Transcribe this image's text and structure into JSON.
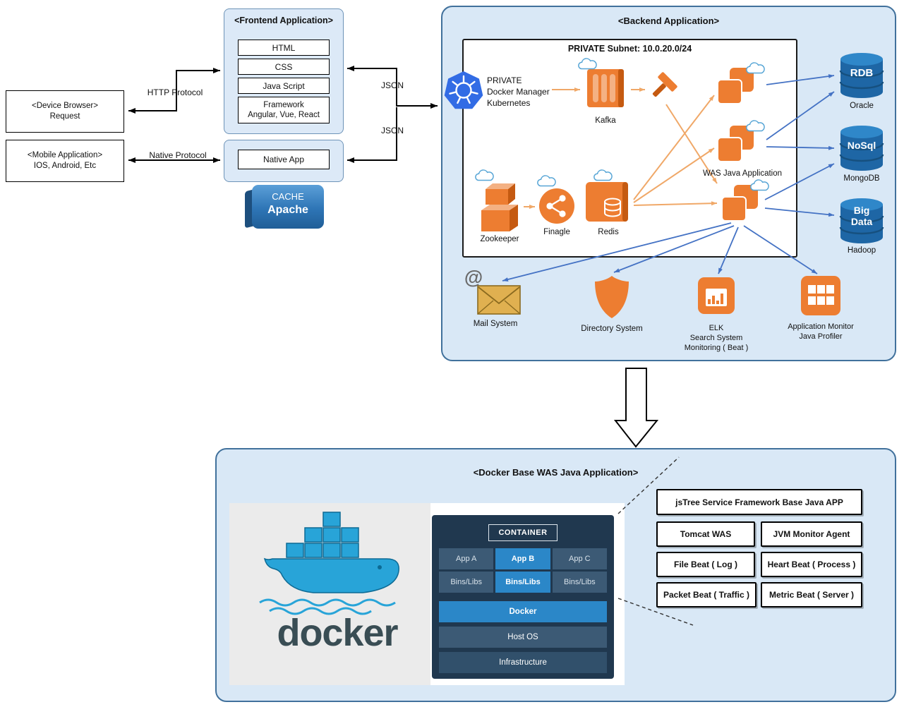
{
  "client": {
    "device_browser_line1": "<Device Browser>",
    "device_browser_line2": "Request",
    "mobile_line1": "<Mobile Application>",
    "mobile_line2": "IOS, Android, Etc",
    "http_protocol_label": "HTTP Protocol",
    "native_protocol_label": "Native Protocol"
  },
  "frontend": {
    "title": "<Frontend Application>",
    "layers": [
      "HTML",
      "CSS",
      "Java Script"
    ],
    "framework_title": "Framework",
    "framework_detail": "Angular, Vue, React",
    "native_app_label": "Native App",
    "apache_cache_label": "CACHE",
    "apache_name": "Apache"
  },
  "links": {
    "json_top": "JSON",
    "json_bottom": "JSON"
  },
  "backend": {
    "title": "<Backend Application>",
    "subnet_label": "PRIVATE Subnet:",
    "subnet_cidr": " 10.0.20.0/24",
    "k8s_line1": "PRIVATE",
    "k8s_line2": "Docker Manager",
    "k8s_line3": "Kubernetes",
    "kafka_label": "Kafka",
    "was_label": "WAS Java Application",
    "zookeeper_label": "Zookeeper",
    "finagle_label": "Finagle",
    "redis_label": "Redis",
    "mail_at_symbol": "@",
    "mail_label": "Mail System",
    "directory_label": "Directory System",
    "elk_line1": "ELK",
    "elk_line2": "Search System",
    "elk_line3": "Monitoring ( Beat )",
    "monitor_line1": "Application Monitor",
    "monitor_line2": "Java Profiler",
    "databases": [
      {
        "badge": "RDB",
        "name": "Oracle"
      },
      {
        "badge": "NoSql",
        "name": "MongoDB"
      },
      {
        "badge_line1": "Big",
        "badge_line2": "Data",
        "name": "Hadoop"
      }
    ]
  },
  "docker_section": {
    "title": "<Docker Base WAS Java Application>",
    "wordmark": "docker",
    "container_label": "CONTAINER",
    "apps": [
      "App A",
      "App B",
      "App C"
    ],
    "bins": [
      "Bins/Libs",
      "Bins/Libs",
      "Bins/Libs"
    ],
    "docker_bar": "Docker",
    "host_os_bar": "Host OS",
    "infra_bar": "Infrastructure",
    "annotations": [
      "jsTree Service Framework Base Java APP",
      "Tomcat WAS",
      "JVM Monitor Agent",
      "File Beat ( Log )",
      "Heart Beat ( Process )",
      "Packet Beat ( Traffic )",
      "Metric Beat ( Server )"
    ]
  }
}
